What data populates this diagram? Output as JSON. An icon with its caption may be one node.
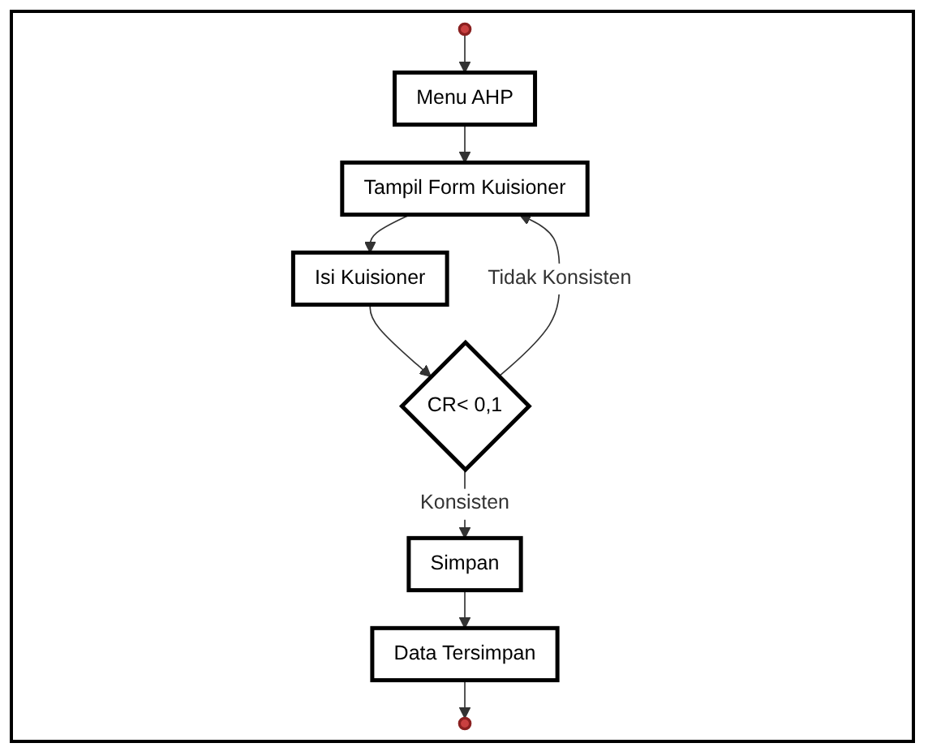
{
  "diagram": {
    "nodes": [
      {
        "text": [],
        "shape": "circle"
      },
      {
        "text": [
          "Menu AHP"
        ]
      },
      {
        "text": [
          "Tampil Form Kuisioner"
        ]
      },
      {
        "text": [
          "Isi Kuisioner"
        ]
      },
      {
        "text": [
          "CR< 0,1"
        ]
      },
      {
        "text": [
          "Simpan"
        ]
      },
      {
        "text": [
          "Data Tersimpan"
        ]
      },
      {
        "text": [],
        "shape": "circle"
      }
    ],
    "edges": [
      {
        "from": 0,
        "to": 1,
        "arrow": "to"
      },
      {
        "from": 1,
        "to": 2,
        "arrow": "to"
      },
      {
        "from": 2,
        "to": 3,
        "arrow": "to"
      },
      {
        "from": 3,
        "to": 4,
        "arrow": "to"
      },
      {
        "from": 4,
        "to": 2,
        "arrow": "to",
        "label": "Tidak Konsisten"
      },
      {
        "from": 4,
        "to": 5,
        "arrow": "to",
        "label": "Konsisten"
      },
      {
        "from": 5,
        "to": 6,
        "arrow": "to"
      },
      {
        "from": 6,
        "to": 7,
        "arrow": "to"
      }
    ]
  }
}
